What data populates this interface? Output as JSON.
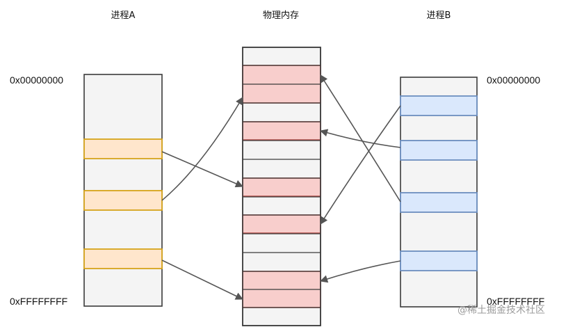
{
  "labels": {
    "process_a": "进程A",
    "physical_memory": "物理内存",
    "process_b": "进程B"
  },
  "address_labels": {
    "a_start": "0x00000000",
    "a_end": "0xFFFFFFFF",
    "b_start": "0x00000000",
    "b_end": "0xFFFFFFFF"
  },
  "watermark": "@稀土掘金技术社区",
  "colors": {
    "process_a_highlight_fill": "#ffe6cc",
    "process_a_highlight_stroke": "#d6a41a",
    "process_b_highlight_fill": "#dae8fc",
    "process_b_highlight_stroke": "#6c8ebf",
    "memory_highlight_fill": "#f8cecc",
    "memory_highlight_stroke": "#b85450",
    "block_fill": "#f4f4f4",
    "outline": "#3a3a3a",
    "arrow": "#555555"
  }
}
